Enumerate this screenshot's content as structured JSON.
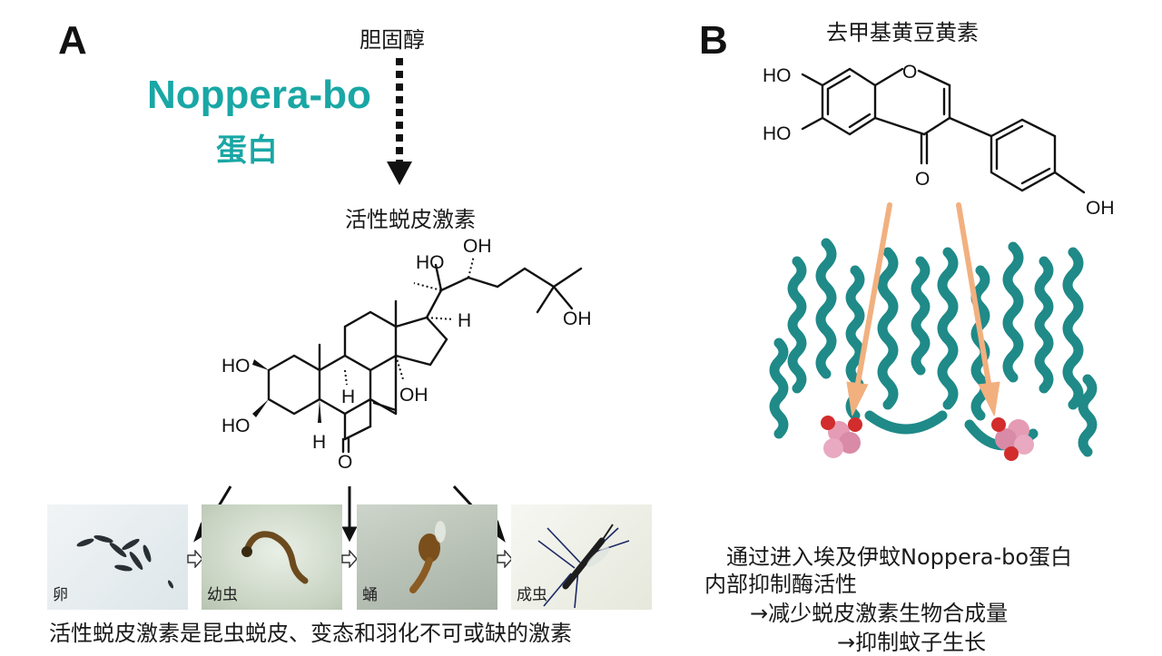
{
  "panel_a": {
    "letter": "A",
    "cholesterol_label": "胆固醇",
    "protein_name": "Noppera-bo",
    "protein_suffix": "蛋白",
    "product_label": "活性蜕皮激素",
    "stages": [
      {
        "label": "卵"
      },
      {
        "label": "幼虫"
      },
      {
        "label": "蛹"
      },
      {
        "label": "成虫"
      }
    ],
    "caption": "活性蜕皮激素是昆虫蜕皮、变态和羽化不可或缺的激素",
    "molecule_labels": {
      "ho_top": "HO",
      "oh_top": "OH",
      "oh_right": "OH",
      "h_17": "H",
      "ho_2": "HO",
      "ho_3": "HO",
      "h_9": "H",
      "oh_14": "OH",
      "h_5": "H",
      "o_6": "O"
    }
  },
  "panel_b": {
    "letter": "B",
    "compound_label": "去甲基黄豆黄素",
    "molecule_labels": {
      "ho_7": "HO",
      "ho_6": "HO",
      "ring_o": "O",
      "keto_o": "O",
      "oh_4p": "OH"
    },
    "description_lines": [
      "通过进入埃及伊蚊Noppera-bo蛋白",
      "内部抑制酶活性",
      "→减少蜕皮激素生物合成量",
      "→抑制蚊子生长"
    ]
  },
  "colors": {
    "teal": "#19a7a5",
    "protein": "#1f8a88",
    "arrow_orange": "#f2b07f",
    "ligand_pink": "#e59bb4"
  }
}
